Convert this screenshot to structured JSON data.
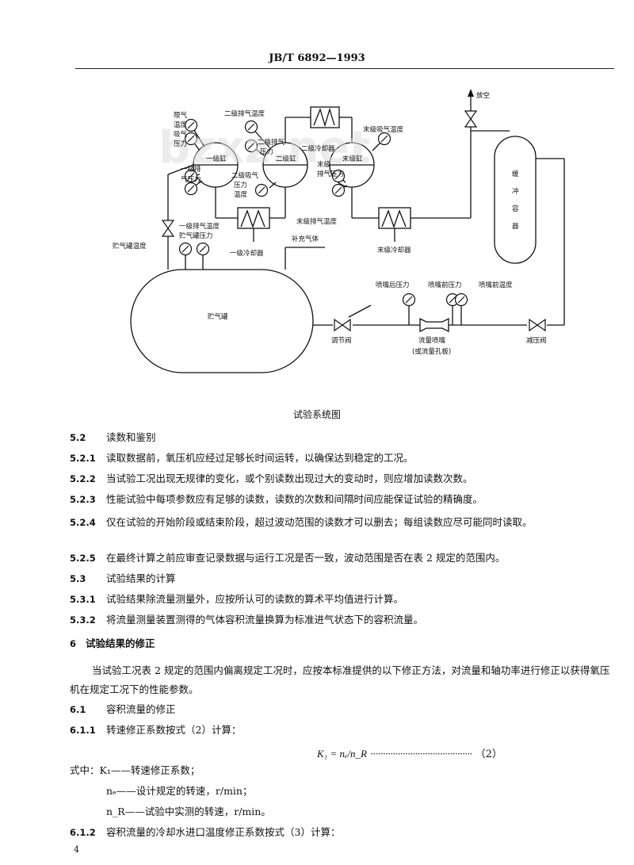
{
  "header": {
    "code": "JB/T 6892—1993"
  },
  "diagram": {
    "labels": {
      "vent": "放空",
      "l_temp1": "限气",
      "l_temp2": "温度",
      "l_press1": "吸气",
      "l_press2": "压力",
      "cyl1": "一级缸",
      "cyl2": "二级缸",
      "cyl3": "末级缸",
      "s2_exh_temp": "二级排气温度",
      "s2_exh_press1": "二级排气",
      "s2_exh_press2": "压力",
      "s2_cooler": "二级冷却器",
      "s3_suct_temp": "末级吸气温度",
      "s1_exh_press1": "一级排",
      "s1_exh_press2": "气压力",
      "s2_suct_press": "二级吸气",
      "s2_suct_temp1": "压力",
      "s2_suct_temp2": "温度",
      "s3_exh_press1": "末级",
      "s3_exh_press2": "排气压力",
      "s1_exh_temp": "一级排气温度",
      "s3_exh_temp": "末级排气温度",
      "tank_press": "贮气罐压力",
      "tank_temp": "贮气罐温度",
      "supplement": "补充气体",
      "s1_cooler": "一级冷却器",
      "s3_cooler": "末级冷却器",
      "buffer1": "缓",
      "buffer2": "冲",
      "buffer3": "容",
      "buffer4": "器",
      "tank": "贮气罐",
      "nozzle_after": "喷嘴后压力",
      "nozzle_before": "喷嘴前压力",
      "nozzle_temp": "喷嘴前温度",
      "reg_valve": "调节阀",
      "flow_nozzle": "流量喷嘴",
      "orifice": "(或流量孔板)",
      "relief_valve": "减压阀",
      "watermark": "bzxz.net"
    }
  },
  "caption": "试验系统图",
  "sections": [
    {
      "num": "5.2",
      "text": "读数和鉴别"
    },
    {
      "num": "5.2.1",
      "text": "读取数据前，氧压机应经过足够长时间运转，以确保达到稳定的工况。"
    },
    {
      "num": "5.2.2",
      "text": "当试验工况出现无规律的变化，或个别读数出现过大的变动时，则应增加读数次数。"
    },
    {
      "num": "5.2.3",
      "text": "性能试验中每项参数应有足够的读数，读数的次数和间隔时间应能保证试验的精确度。"
    },
    {
      "num": "5.2.4",
      "text": "仅在试验的开始阶段或结束阶段，超过波动范围的读数才可以删去；每组读数应尽可能同时读取。"
    },
    {
      "num": "5.2.5",
      "text": "在最终计算之前应审查记录数据与运行工况是否一致，波动范围是否在表 2 规定的范围内。"
    },
    {
      "num": "5.3",
      "text": "试验结果的计算"
    },
    {
      "num": "5.3.1",
      "text": "试验结果除流量测量外，应按所认可的读数的算术平均值进行计算。"
    },
    {
      "num": "5.3.2",
      "text": "将流量测量装置测得的气体容积流量换算为标准进气状态下的容积流量。"
    },
    {
      "num": "6",
      "text": "试验结果的修正"
    },
    {
      "num": "",
      "text": "当试验工况表 2 规定的范围内偏离规定工况时，应按本标准提供的以下修正方法，对流量和轴功率进行修正以获得氧压机在规定工况下的性能参数。"
    },
    {
      "num": "6.1",
      "text": "容积流量的修正"
    },
    {
      "num": "6.1.1",
      "text": "转速修正系数按式（2）计算："
    }
  ],
  "formula": {
    "lhs": "K₁ = nₑ/n_R",
    "dots": "·········································",
    "eqno": "（2）"
  },
  "where": [
    {
      "label": "式中：K₁——转速修正系数；"
    },
    {
      "label": "nₑ——设计规定的转速，r/min；"
    },
    {
      "label": "n_R——试验中实测的转速，r/min。"
    }
  ],
  "last_section": {
    "num": "6.1.2",
    "text": "容积流量的冷却水进口温度修正系数按式（3）计算："
  },
  "page_number": "4"
}
